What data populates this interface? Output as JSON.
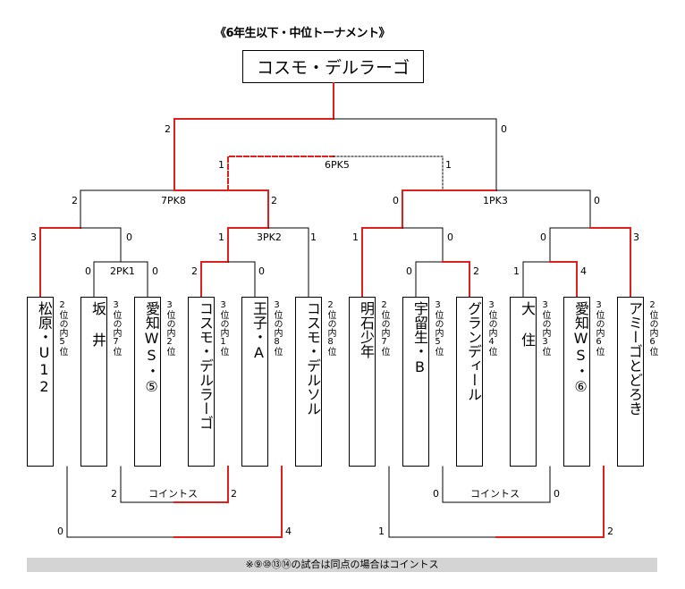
{
  "title": "《6年生以下・中位トーナメント》",
  "winner": "コスモ・デルラーゴ",
  "teams": [
    {
      "name": "松原・U12",
      "rank": "2位の内5位"
    },
    {
      "name": "坂 井",
      "rank": "3位の内7位"
    },
    {
      "name": "愛知WS・⑤",
      "rank": "3位の内2位"
    },
    {
      "name": "コスモ・デルラーゴ",
      "rank": "3位の内1位"
    },
    {
      "name": "王子・A",
      "rank": "3位の内8位"
    },
    {
      "name": "コスモ・デルソル",
      "rank": "2位の内8位"
    },
    {
      "name": "明石少年",
      "rank": "2位の内7位"
    },
    {
      "name": "宇留生・B",
      "rank": "3位の内5位"
    },
    {
      "name": "グランディール",
      "rank": "3位の内4位"
    },
    {
      "name": "大 住",
      "rank": "3位の内3位"
    },
    {
      "name": "愛知WS・⑥",
      "rank": "3位の内6位"
    },
    {
      "name": "アミーゴとどろき",
      "rank": "2位の内6位"
    }
  ],
  "scores": {
    "final_left": "2",
    "final_right": "0",
    "third_left": "1",
    "third_right": "1",
    "third_pk": "6PK5",
    "sfl_left": "2",
    "sfl_right": "2",
    "sfl_pk": "7PK8",
    "sfr_left": "0",
    "sfr_right": "0",
    "sfr_pk": "1PK3",
    "q1_left": "3",
    "q1_right": "0",
    "q2_left": "1",
    "q2_right": "1",
    "q2_pk": "3PK2",
    "q3_left": "1",
    "q3_right": "0",
    "q4_left": "0",
    "q4_right": "3",
    "r1_left": "0",
    "r1_right": "0",
    "r1_pk": "2PK1",
    "r2_left": "2",
    "r2_right": "0",
    "r3_left": "0",
    "r3_right": "2",
    "r4_left": "1",
    "r4_right": "4",
    "cl_left": "2",
    "cl_right": "2",
    "cl_label": "コイントス",
    "cr_left": "0",
    "cr_right": "0",
    "cr_label": "コイントス",
    "bl_left": "0",
    "bl_right": "4",
    "br_left": "1",
    "br_right": "2"
  },
  "footnote": "※⑨⑩⑬⑭の試合は同点の場合はコイントス",
  "colors": {
    "win": "#e0201c",
    "line": "#000000",
    "footer_bg": "#d4d4d4"
  }
}
